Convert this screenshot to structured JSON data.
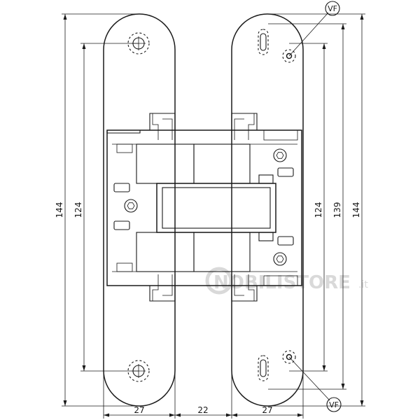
{
  "diagram": {
    "dimensions": {
      "left_outer_height": "144",
      "left_inner_height": "124",
      "right_inner_height": "124",
      "right_mid_height": "139",
      "right_outer_height": "144",
      "bottom_left_width": "27",
      "bottom_middle_width": "22",
      "bottom_right_width": "27"
    },
    "callouts": {
      "top": "VF",
      "bottom": "VF"
    },
    "watermark": {
      "main": "NOBILISTORE",
      "suffix": ".it"
    }
  }
}
